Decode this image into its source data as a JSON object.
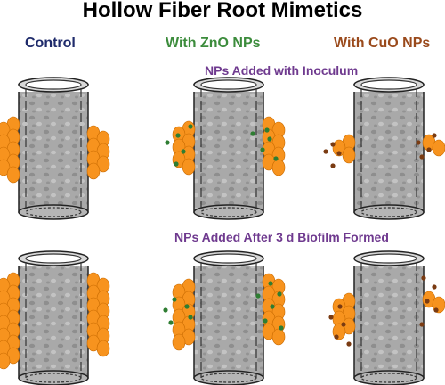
{
  "title": "Hollow Fiber Root Mimetics",
  "columns": {
    "control": "Control",
    "zno": "With ZnO NPs",
    "cuo": "With CuO NPs"
  },
  "rows": {
    "row1": "NPs Added with Inoculum",
    "row2": "NPs Added After 3 d Biofilm Formed"
  },
  "colors": {
    "control_heading": "#1f2b6b",
    "zno_heading": "#3c8c3c",
    "cuo_heading": "#9a4a1c",
    "row_label": "#6f3a8f",
    "cell": "#f7931e",
    "zno_particle": "#2e7d32",
    "cuo_particle": "#7a3b12",
    "fiber": "#a7a7a7"
  }
}
